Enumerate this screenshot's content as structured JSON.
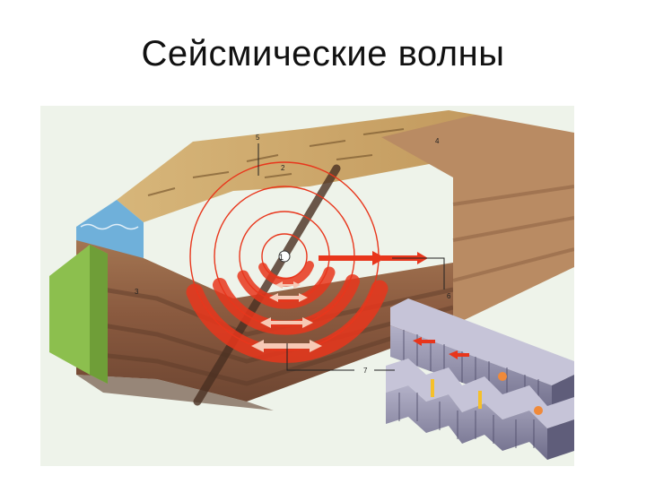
{
  "slide": {
    "title": "Сейсмические волны"
  },
  "figure": {
    "labels": {
      "focus": "1",
      "fault_scarp": "2",
      "rock_layer": "3",
      "hillside": "4",
      "ground_surface": "5",
      "p_wave": "6",
      "s_wave": "7"
    },
    "colors": {
      "wave": "#e8361c",
      "wave_light": "#f5a08a",
      "earth_brown": "#8a5a3f",
      "surface_tan": "#c9a66b",
      "water": "#6fb0da",
      "green_block": "#8cbf4e",
      "rock_block": "#8c8aa6"
    },
    "icons": [
      "wave-arrow-icon",
      "double-arrow-icon"
    ]
  }
}
